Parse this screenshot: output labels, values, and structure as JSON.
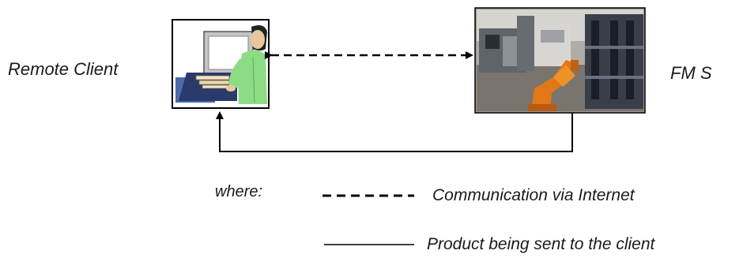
{
  "nodes": {
    "remote_client": "Remote Client",
    "fms": "FM S"
  },
  "legend": {
    "title": "where:",
    "dashed": "Communication via Internet",
    "solid": "Product being sent to the client"
  },
  "colors": {
    "line": "#000000",
    "text": "#1a1a1a",
    "client_shirt": "#8ddc84",
    "monitor_frame": "#a8a8a8",
    "robot_arm": "#e07818"
  },
  "icons": {
    "client": "person-at-computer-icon",
    "fms": "factory-photo-icon"
  }
}
